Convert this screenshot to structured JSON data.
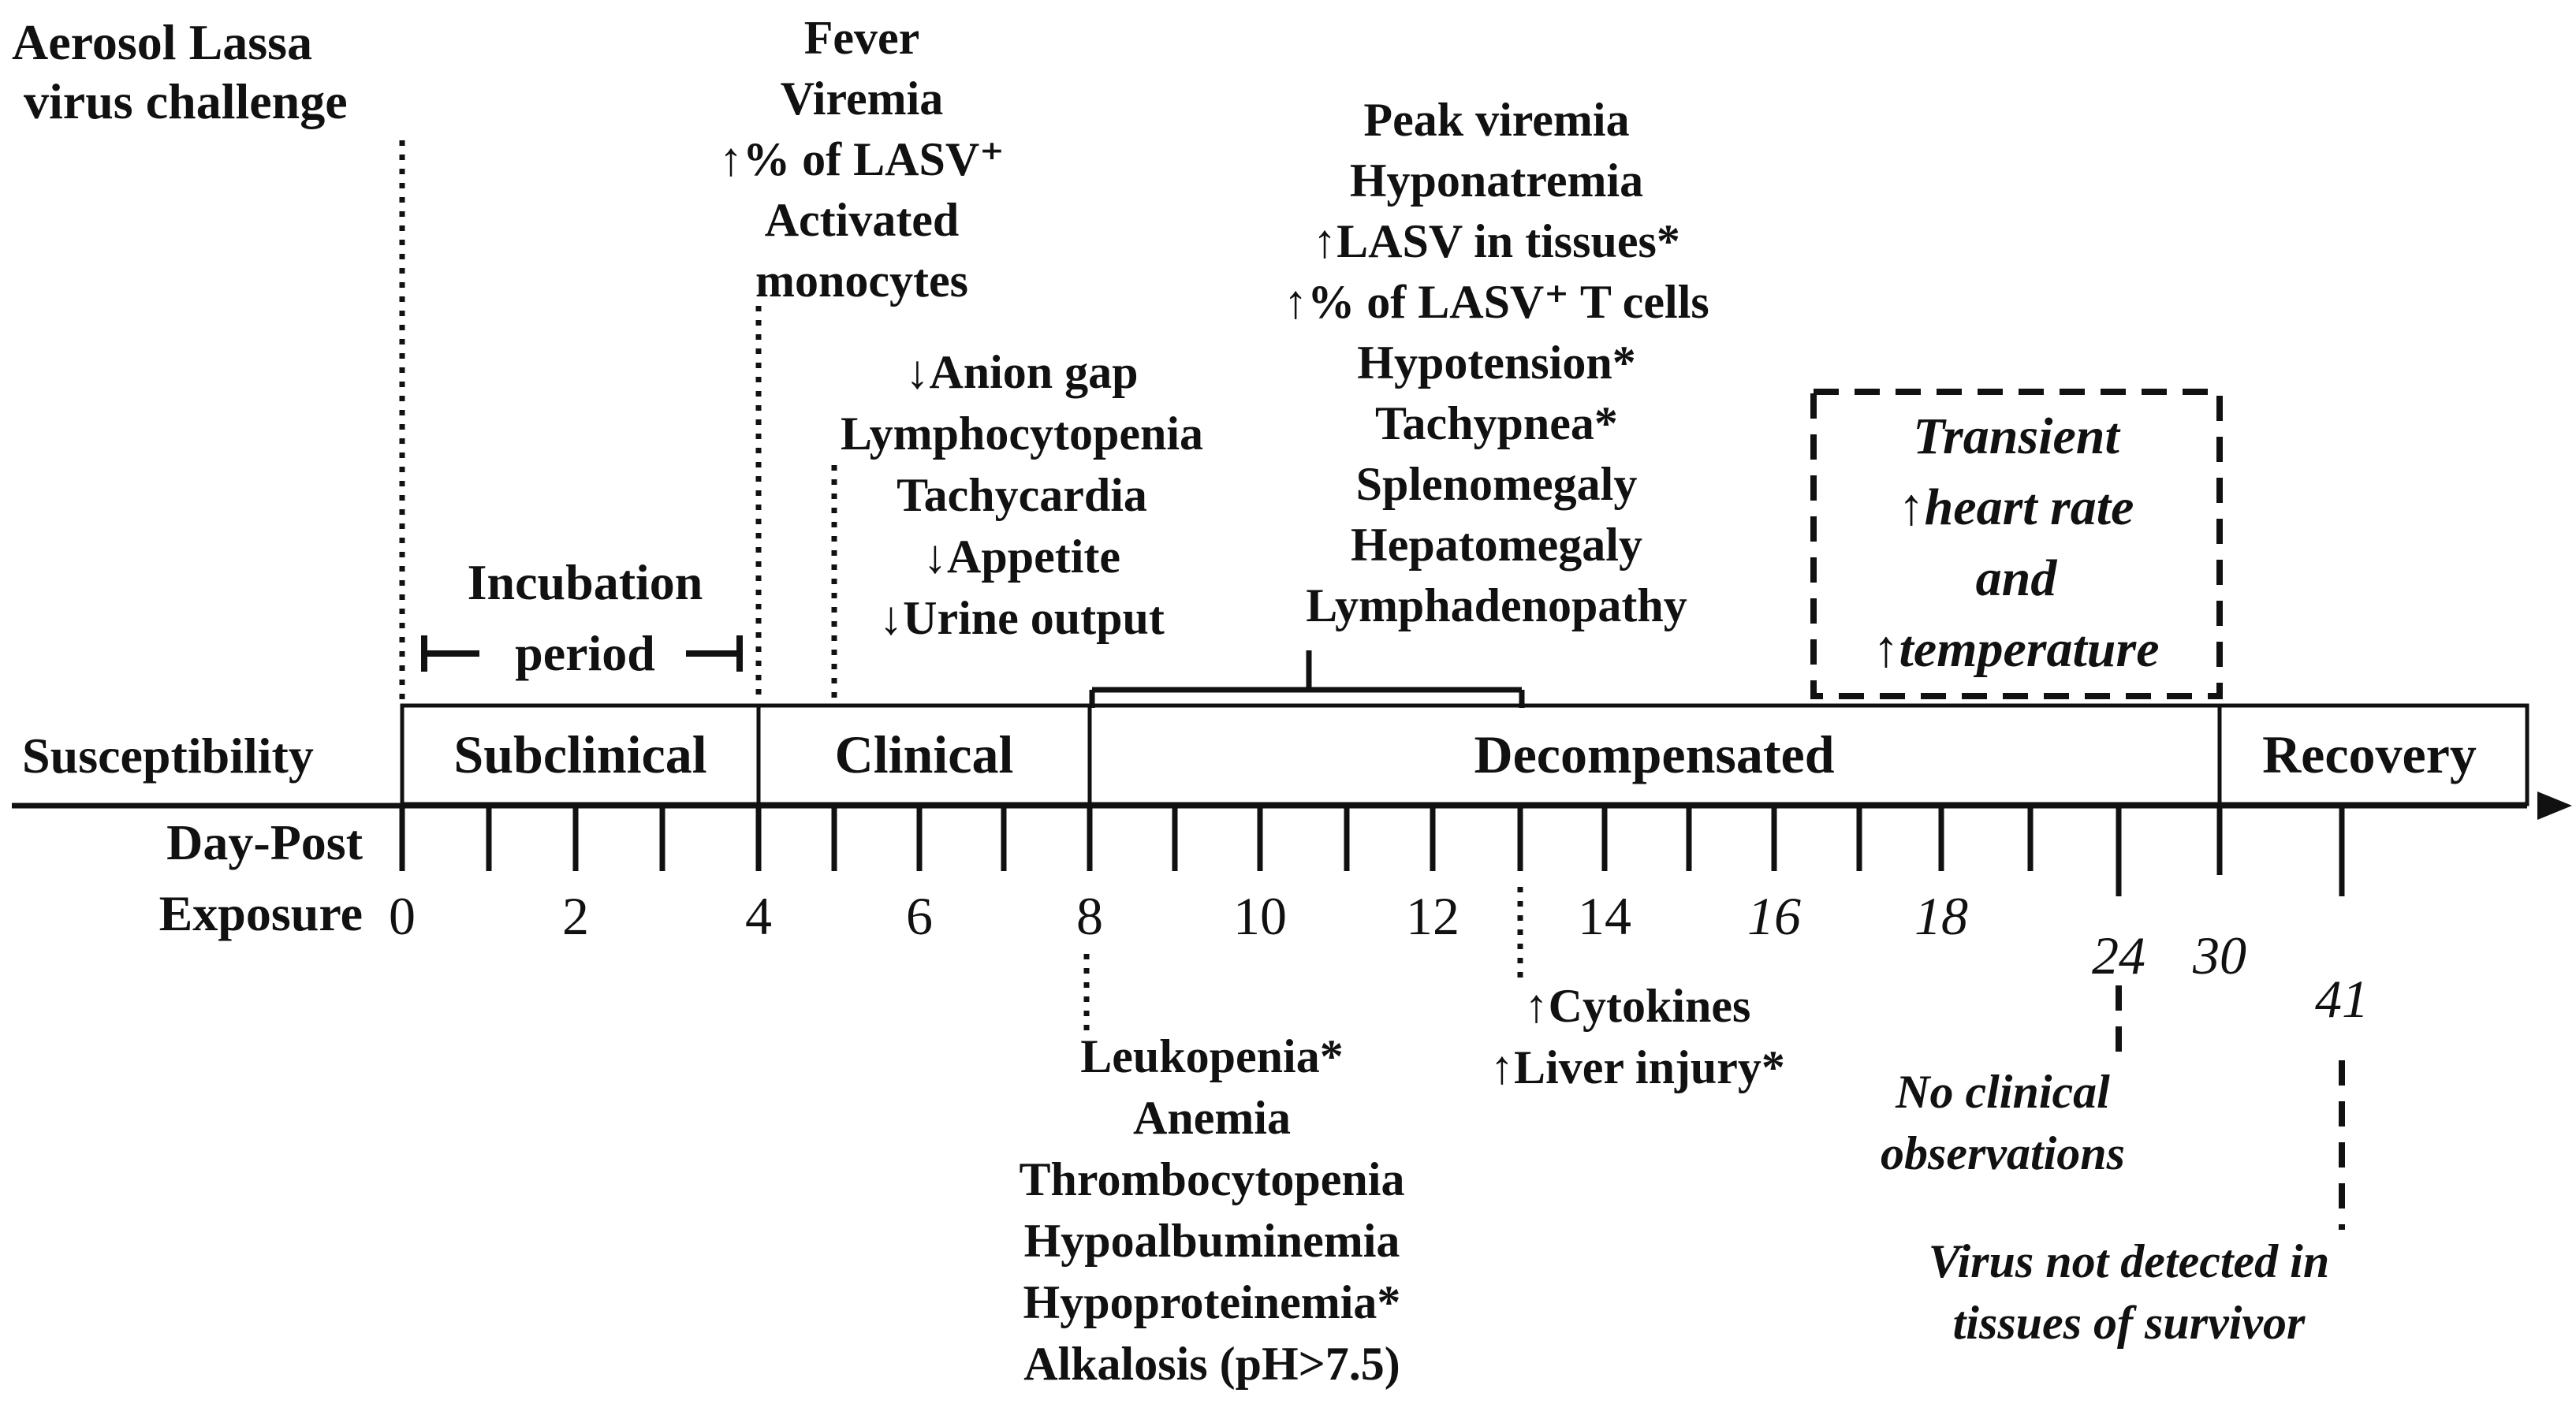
{
  "start_label": [
    "Aerosol Lassa",
    "virus challenge"
  ],
  "incubation_label": [
    "Incubation",
    "period"
  ],
  "left_labels": {
    "susceptibility": "Susceptibility",
    "axis_title": [
      "Day-Post",
      "Exposure"
    ]
  },
  "phases": [
    {
      "name": "Subclinical"
    },
    {
      "name": "Clinical"
    },
    {
      "name": "Decompensated"
    },
    {
      "name": "Recovery"
    }
  ],
  "tick_labels": [
    {
      "day": 0,
      "text": "0",
      "italic": false
    },
    {
      "day": 2,
      "text": "2",
      "italic": false
    },
    {
      "day": 4,
      "text": "4",
      "italic": false
    },
    {
      "day": 6,
      "text": "6",
      "italic": false
    },
    {
      "day": 8,
      "text": "8",
      "italic": false
    },
    {
      "day": 10,
      "text": "10",
      "italic": false
    },
    {
      "day": 12,
      "text": "12",
      "italic": false
    },
    {
      "day": 14,
      "text": "14",
      "italic": false
    },
    {
      "day": 16,
      "text": "16",
      "italic": true
    },
    {
      "day": 18,
      "text": "18",
      "italic": true
    },
    {
      "day": 24,
      "text": "24",
      "italic": true
    },
    {
      "day": 30,
      "text": "30",
      "italic": true
    },
    {
      "day": 41,
      "text": "41",
      "italic": true
    }
  ],
  "annotations": {
    "day4": [
      "Fever",
      "Viremia",
      "↑% of LASV⁺",
      "Activated",
      "monocytes"
    ],
    "day5": [
      "↓Anion gap",
      "Lymphocytopenia",
      "Tachycardia",
      "↓Appetite",
      "↓Urine output"
    ],
    "day8_13": [
      "Peak viremia",
      "Hyponatremia",
      "↑LASV in tissues*",
      "↑% of LASV⁺ T cells",
      "Hypotension*",
      "Tachypnea*",
      "Splenomegaly",
      "Hepatomegaly",
      "Lymphadenopathy"
    ],
    "transient": [
      "Transient",
      "↑heart rate",
      "and",
      "↑temperature"
    ],
    "day8_below": [
      "Leukopenia*",
      "Anemia",
      "Thrombocytopenia",
      "Hypoalbuminemia",
      "Hypoproteinemia*",
      "Alkalosis (pH>7.5)"
    ],
    "day13_below": [
      "↑Cytokines",
      "↑Liver injury*"
    ],
    "day24_below": [
      "No clinical",
      "observations"
    ],
    "day41_below": [
      "Virus not detected in",
      "tissues of survivor"
    ]
  },
  "colors": {
    "ink": "#111111",
    "background": "#ffffff"
  }
}
